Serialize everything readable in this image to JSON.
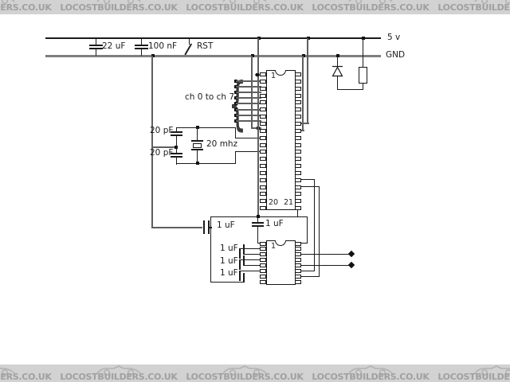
{
  "watermark": {
    "text": "LOCOSTBUILDERS.CO.UK"
  },
  "rails": {
    "vcc": "5 v",
    "gnd": "GND"
  },
  "reset_label": "RST",
  "channels": {
    "label": "ch 0 to ch 7",
    "brace": "{"
  },
  "caps": {
    "c22uf": "22 uF",
    "c100nf": "100 nF",
    "c20pf_top": "20 pF",
    "c20pf_bottom": "20 pF",
    "c1uf_a": "1 uF",
    "c1uf_b": "1 uF",
    "c1uf_c": "1 uF",
    "c1uf_d": "1 uF",
    "c1uf_e": "1 uF"
  },
  "crystal_label": "20 mhz",
  "ic1": {
    "pin1": "1",
    "pin20": "20",
    "pin21": "21"
  },
  "ic2": {
    "pin1": "1"
  },
  "colors": {
    "banner_bg": "#d2d2d2",
    "banner_text": "#a0a0a0",
    "wire_gray": "#5f5f5f",
    "wire_black": "#1a1a1a",
    "gnd_rail": "#7e7e7e"
  }
}
